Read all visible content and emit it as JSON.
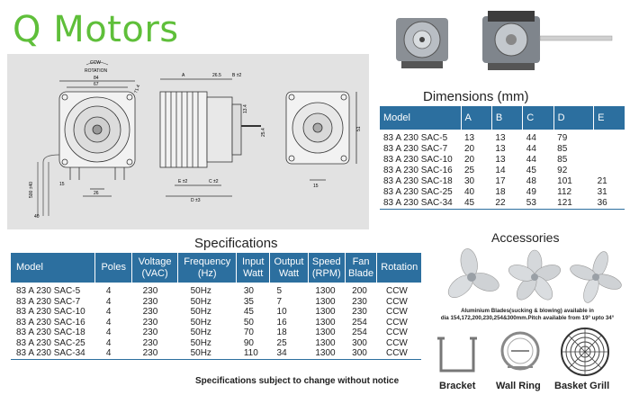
{
  "header": {
    "title": "Q Motors"
  },
  "drawing": {
    "labels": {
      "ccw": "CCW",
      "rotation": "ROTATION",
      "d84": "84",
      "d67": "67",
      "d71_4": "71.4",
      "d26": "26",
      "d15": "15",
      "d500": "500 ±40",
      "d40": "40",
      "dA": "A",
      "d26_5": "26.5",
      "dB": "B ±2",
      "dE": "E ±2",
      "dC": "C ±2",
      "dD": "D ±3",
      "d13_4": "13.4",
      "d25_4": "25.4",
      "d51": "51",
      "d15b": "15"
    }
  },
  "dimensions": {
    "title": "Dimensions (mm)",
    "headers": [
      "Model",
      "A",
      "B",
      "C",
      "D",
      "E"
    ],
    "rows": [
      [
        "83 A 230 SAC-5",
        "13",
        "13",
        "44",
        "79",
        ""
      ],
      [
        "83 A 230 SAC-7",
        "20",
        "13",
        "44",
        "85",
        ""
      ],
      [
        "83 A 230 SAC-10",
        "20",
        "13",
        "44",
        "85",
        ""
      ],
      [
        "83 A 230 SAC-16",
        "25",
        "14",
        "45",
        "92",
        ""
      ],
      [
        "83 A 230 SAC-18",
        "30",
        "17",
        "48",
        "101",
        "21"
      ],
      [
        "83 A 230 SAC-25",
        "40",
        "18",
        "49",
        "112",
        "31"
      ],
      [
        "83 A 230 SAC-34",
        "45",
        "22",
        "53",
        "121",
        "36"
      ]
    ]
  },
  "specifications": {
    "title": "Specifications",
    "headers": [
      [
        "Model",
        ""
      ],
      [
        "Poles",
        ""
      ],
      [
        "Voltage",
        "(VAC)"
      ],
      [
        "Frequency",
        "(Hz)"
      ],
      [
        "Input",
        "Watt"
      ],
      [
        "Output",
        "Watt"
      ],
      [
        "Speed",
        "(RPM)"
      ],
      [
        "Fan",
        "Blade"
      ],
      [
        "Rotation",
        ""
      ]
    ],
    "rows": [
      [
        "83 A 230 SAC-5",
        "4",
        "230",
        "50Hz",
        "30",
        "5",
        "1300",
        "200",
        "CCW"
      ],
      [
        "83 A 230 SAC-7",
        "4",
        "230",
        "50Hz",
        "35",
        "7",
        "1300",
        "230",
        "CCW"
      ],
      [
        "83 A 230 SAC-10",
        "4",
        "230",
        "50Hz",
        "45",
        "10",
        "1300",
        "230",
        "CCW"
      ],
      [
        "83 A 230 SAC-16",
        "4",
        "230",
        "50Hz",
        "50",
        "16",
        "1300",
        "254",
        "CCW"
      ],
      [
        "83 A 230 SAC-18",
        "4",
        "230",
        "50Hz",
        "70",
        "18",
        "1300",
        "254",
        "CCW"
      ],
      [
        "83 A 230 SAC-25",
        "4",
        "230",
        "50Hz",
        "90",
        "25",
        "1300",
        "300",
        "CCW"
      ],
      [
        "83 A 230 SAC-34",
        "4",
        "230",
        "50Hz",
        "110",
        "34",
        "1300",
        "300",
        "CCW"
      ]
    ],
    "note": "Specifications subject to change without notice"
  },
  "accessories": {
    "title": "Accessories",
    "note_line1": "Aluminium Blades(sucking & blowing) available in",
    "note_line2": "dia 154,172,200,230,254&300mm.Pitch available from 19° upto 34°",
    "items": [
      {
        "label": "Bracket",
        "icon": "bracket-icon"
      },
      {
        "label": "Wall Ring",
        "icon": "wall-ring-icon"
      },
      {
        "label": "Basket Grill",
        "icon": "basket-grill-icon"
      }
    ]
  }
}
